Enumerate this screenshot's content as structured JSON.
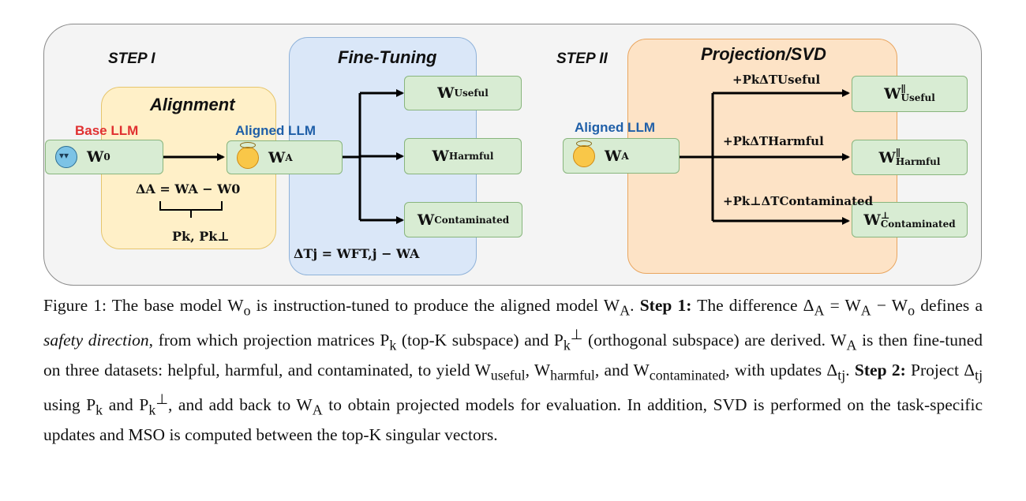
{
  "step1_label": "STEP I",
  "step2_label": "STEP II",
  "alignment_title": "Alignment",
  "finetuning_title": "Fine-Tuning",
  "projection_title": "Projection/SVD",
  "base_llm_label": "Base LLM",
  "aligned_llm_label": "Aligned LLM",
  "aligned_llm_label_2": "Aligned LLM",
  "nodes": {
    "w0": {
      "main": "W",
      "sub": "0"
    },
    "wa": {
      "main": "W",
      "sub": "A"
    },
    "wa2": {
      "main": "W",
      "sub": "A"
    },
    "useful": {
      "main": "W",
      "sub": "Useful"
    },
    "harmful": {
      "main": "W",
      "sub": "Harmful"
    },
    "contaminated": {
      "main": "W",
      "sub": "Contaminated"
    },
    "proj_useful": {
      "main": "W",
      "sup": "∥",
      "sub": "Useful"
    },
    "proj_harmful": {
      "main": "W",
      "sup": "∥",
      "sub": "Harmful"
    },
    "proj_contaminated": {
      "main": "W",
      "sup": "⊥",
      "sub": "Contaminated"
    }
  },
  "delta_a_eq": "ΔA = WA − W0",
  "pk_label": "Pk, Pk⊥",
  "delta_t_eq": "ΔTj = WFT,j − WA",
  "edge_useful": "+PkΔTUseful",
  "edge_harmful": "+PkΔTHarmful",
  "edge_contaminated": "+Pk⊥ΔTContaminated",
  "colors": {
    "base_llm": "#e03030",
    "aligned_llm": "#1f5fa8",
    "alignment_fill": "#fff0c8",
    "finetune_fill": "#dae7f8",
    "projection_fill": "#fde3c6",
    "node_fill": "#d8ecd3"
  },
  "icons": [
    "devil-emoji-icon",
    "angel-emoji-icon"
  ],
  "caption": {
    "p1": "Figure 1: The base model W",
    "p1_sub": "o",
    "p2": " is instruction-tuned to produce the aligned model W",
    "p2_sub": "A",
    "p3": ". ",
    "step1": "Step 1:",
    "p4": " The difference Δ",
    "p4_sub": "A",
    "p5": " = W",
    "p5_sub": "A",
    "p6": " − W",
    "p6_sub": "o",
    "p7": " defines a ",
    "safety": "safety direction",
    "p8": ", from which projection matrices P",
    "p8_sub": "k",
    "p9": " (top-K subspace) and P",
    "p9_sub": "k",
    "p9_sup": "⊥",
    "p10": " (orthogonal subspace) are derived. W",
    "p10_sub": "A",
    "p11": " is then fine-tuned on three datasets: helpful, harmful, and contaminated, to yield W",
    "p11_sub": "useful",
    "p12": ", W",
    "p12_sub": "harmful",
    "p13": ", and W",
    "p13_sub": "contaminated",
    "p14": ", with updates Δ",
    "p14_sub": "tj",
    "p15": ". ",
    "step2": "Step 2:",
    "p16": " Project Δ",
    "p16_sub": "tj",
    "p17": " using P",
    "p17_sub": "k",
    "p18": " and P",
    "p18_sub": "k",
    "p18_sup": "⊥",
    "p19": ", and add back to W",
    "p19_sub": "A",
    "p20": " to obtain projected models for evaluation. In addition, SVD is performed on the task-specific updates and MSO is computed between the top-K singular vectors."
  }
}
